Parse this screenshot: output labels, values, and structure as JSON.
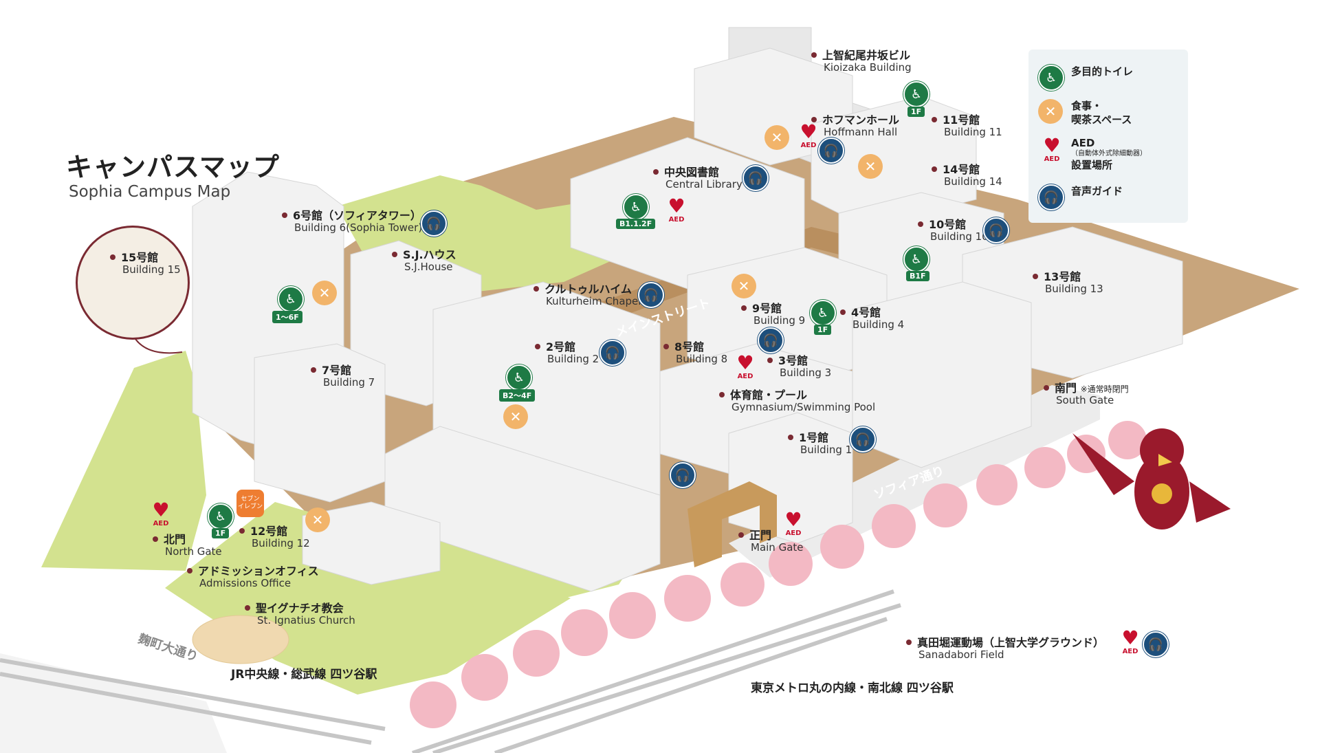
{
  "title": {
    "jp": "キャンパスマップ",
    "en": "Sophia Campus Map"
  },
  "legend": {
    "toilet": "多目的トイレ",
    "food": "食事・\n喫茶スペース",
    "aed_title": "AED",
    "aed_note": "（自動体外式除細動器）",
    "aed_place": "設置場所",
    "audio": "音声ガイド"
  },
  "buildings": {
    "kioizaka": {
      "jp": "上智紀尾井坂ビル",
      "en": "Kioizaka Building"
    },
    "hoffmann": {
      "jp": "ホフマンホール",
      "en": "Hoffmann Hall"
    },
    "b11": {
      "jp": "11号館",
      "en": "Building 11"
    },
    "library": {
      "jp": "中央図書館",
      "en": "Central Library"
    },
    "b14": {
      "jp": "14号館",
      "en": "Building 14"
    },
    "b6": {
      "jp": "6号館（ソフィアタワー）",
      "en": "Building 6(Sophia Tower)"
    },
    "b10": {
      "jp": "10号館",
      "en": "Building 10"
    },
    "b15": {
      "jp": "15号館",
      "en": "Building 15"
    },
    "sj": {
      "jp": "S.J.ハウス",
      "en": "S.J.House"
    },
    "b13": {
      "jp": "13号館",
      "en": "Building 13"
    },
    "kulturheim": {
      "jp": "クルトゥルハイム",
      "en": "Kulturheim Chapel"
    },
    "b9": {
      "jp": "9号館",
      "en": "Building 9"
    },
    "b4": {
      "jp": "4号館",
      "en": "Building 4"
    },
    "b2": {
      "jp": "2号館",
      "en": "Building 2"
    },
    "b8": {
      "jp": "8号館",
      "en": "Building 8"
    },
    "b3": {
      "jp": "3号館",
      "en": "Building 3"
    },
    "b7": {
      "jp": "7号館",
      "en": "Building 7"
    },
    "south_gate": {
      "jp": "南門",
      "note": "※通常時閉門",
      "en": "South Gate"
    },
    "gym": {
      "jp": "体育館・プール",
      "en": "Gymnasium/Swimming Pool"
    },
    "b1": {
      "jp": "1号館",
      "en": "Building 1"
    },
    "b12": {
      "jp": "12号館",
      "en": "Building 12"
    },
    "north_gate": {
      "jp": "北門",
      "en": "North Gate"
    },
    "main_gate": {
      "jp": "正門",
      "en": "Main Gate"
    },
    "admissions": {
      "jp": "アドミッションオフィス",
      "en": "Admissions Office"
    },
    "ignatius": {
      "jp": "聖イグナチオ教会",
      "en": "St. Ignatius Church"
    },
    "sanadabori": {
      "jp": "真田堀運動場（上智大学グラウンド）",
      "en": "Sanadabori Field"
    }
  },
  "floors": {
    "kioizaka": "1F",
    "library": "B1.1.2F",
    "b6": "1〜6F",
    "b9": "1F",
    "b10": "B1F",
    "b2": "B2〜4F",
    "b12": "1F"
  },
  "streets": {
    "main_street": "メインストリート",
    "sophia_dori": "ソフィア通り",
    "kojimachi": "麹町大通り"
  },
  "rail": {
    "jr": "JR中央線・総武線 四ツ谷駅",
    "metro": "東京メトロ丸の内線・南北線 四ツ谷駅"
  },
  "seven_eleven": "セブン\nイレブン",
  "aed_text": "AED",
  "icons": {
    "toilet": "wheelchair-icon",
    "food": "fork-knife-icon",
    "aed": "heart-aed-icon",
    "audio": "headphones-icon"
  },
  "colors": {
    "lawn": "#d3e28f",
    "ground": "#c8a57c",
    "toilet": "#1e7a45",
    "food": "#f2b46a",
    "aed": "#c8102e",
    "audio": "#1d4f7c",
    "marker": "#7a2a32"
  }
}
